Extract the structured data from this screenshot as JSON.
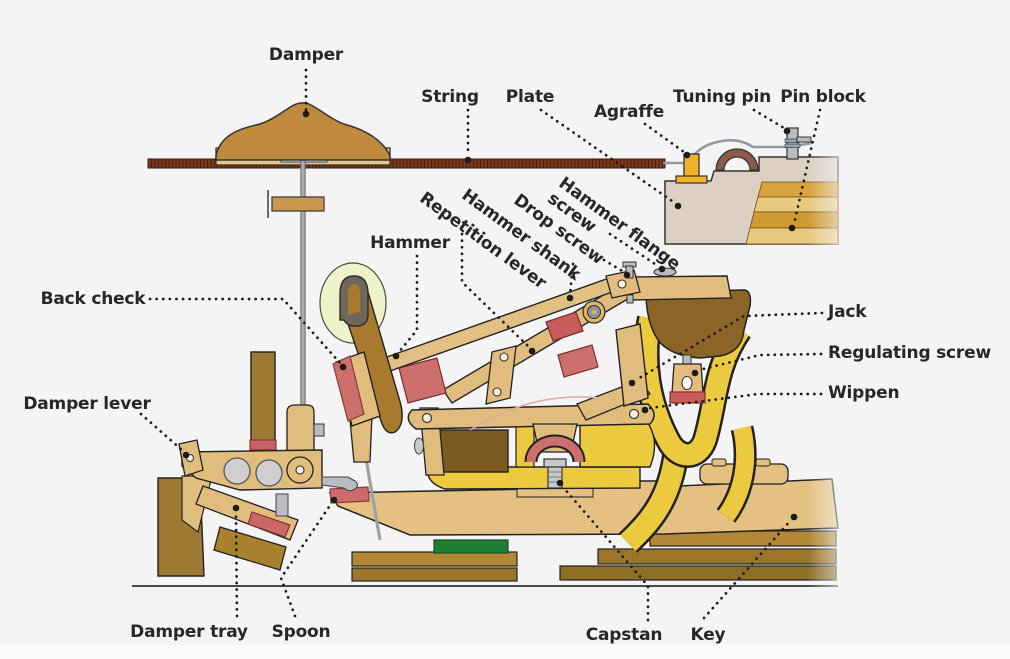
{
  "diagram": {
    "subject": "Grand piano action mechanism (labeled cross-section)"
  },
  "labels": {
    "damper": {
      "text": "Damper"
    },
    "string": {
      "text": "String"
    },
    "plate": {
      "text": "Plate"
    },
    "agraffe": {
      "text": "Agraffe"
    },
    "tuning_pin": {
      "text": "Tuning pin"
    },
    "pin_block": {
      "text": "Pin block"
    },
    "hammer_flange_screw": {
      "text": "Hammer flange\nscrew"
    },
    "drop_screw": {
      "text": "Drop screw"
    },
    "hammer_shank": {
      "text": "Hammer shank"
    },
    "repetition_lever": {
      "text": "Repetition lever"
    },
    "hammer": {
      "text": "Hammer"
    },
    "back_check": {
      "text": "Back check"
    },
    "damper_lever": {
      "text": "Damper lever"
    },
    "jack": {
      "text": "Jack"
    },
    "regulating_screw": {
      "text": "Regulating screw"
    },
    "wippen": {
      "text": "Wippen"
    },
    "damper_tray": {
      "text": "Damper tray"
    },
    "spoon": {
      "text": "Spoon"
    },
    "capstan": {
      "text": "Capstan"
    },
    "key": {
      "text": "Key"
    }
  },
  "palette": {
    "background": "#f5f4f5",
    "label_text": "#272727",
    "leader_line": "#1c1c1c",
    "wood_tan": "#e0bd7d",
    "key_tan": "#e4c183",
    "wood_brown": "#a97a2e",
    "dark_wood": "#8a6527",
    "deep_brown": "#7d5b20",
    "keybed_brown": "#9c7628",
    "string_brown": "#7b3a1d",
    "felt_red": "#cd6f6d",
    "felt_crimson": "#c75c5c",
    "bushing_yellow": "#ecca3f",
    "green_felt": "#1e7e33",
    "plate_cream": "#dcd0c3",
    "pinblock_wood": "#d9a33c",
    "metal_gray": "#b9bdc1",
    "hammer_halo": "#edf2c8",
    "hammer_felt": "#6e675a",
    "agraffe_gold": "#f0b22a",
    "capo_maroon": "#8e584a"
  }
}
